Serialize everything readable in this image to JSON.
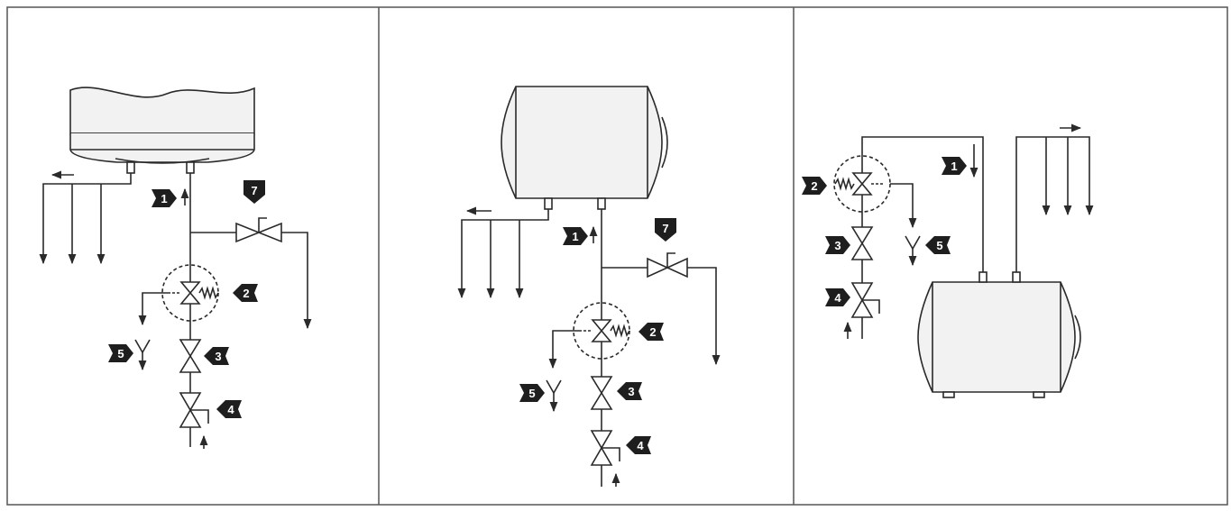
{
  "panels": [
    {
      "name": "panel-vertical-heater",
      "tags": {
        "inlet": "1",
        "safety_valve": "2",
        "stop_valve": "3",
        "reducer": "4",
        "drain": "5",
        "mixer": "7"
      }
    },
    {
      "name": "panel-horizontal-heater",
      "tags": {
        "inlet": "1",
        "safety_valve": "2",
        "stop_valve": "3",
        "reducer": "4",
        "drain": "5",
        "mixer": "7"
      }
    },
    {
      "name": "panel-undersink-heater",
      "tags": {
        "inlet": "1",
        "safety_valve": "2",
        "stop_valve": "3",
        "reducer": "4",
        "drain": "5"
      }
    }
  ],
  "colors": {
    "line": "#2a2a2a",
    "tag_fill": "#1e1e1e",
    "tag_text": "#ffffff",
    "tank_fill": "#f2f2f2",
    "border": "#555555"
  }
}
